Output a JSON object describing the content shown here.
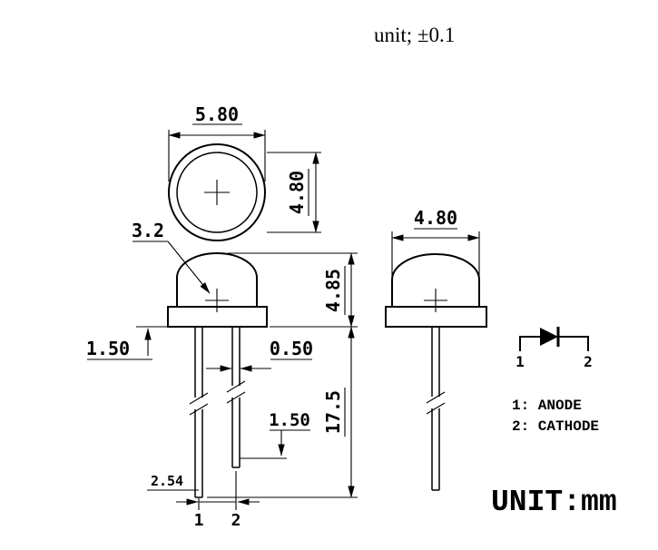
{
  "header": {
    "tolerance_note": "unit; ±0.1"
  },
  "top_view": {
    "width": "5.80",
    "height": "4.80"
  },
  "front_view": {
    "dome_diameter": "3.2",
    "body_height": "4.85",
    "flange_offset": "1.50",
    "lead_width": "0.50",
    "lead_length": "17.5",
    "lead_tip": "1.50",
    "lead_pitch": "2.54",
    "pin1": "1",
    "pin2": "2"
  },
  "side_view": {
    "width": "4.80"
  },
  "symbol": {
    "pin1": "1",
    "pin2": "2"
  },
  "legend": {
    "anode": "1: ANODE",
    "cathode": "2: CATHODE"
  },
  "footer": {
    "unit": "UNIT:mm"
  },
  "colors": {
    "line": "#000000",
    "background": "#ffffff"
  }
}
